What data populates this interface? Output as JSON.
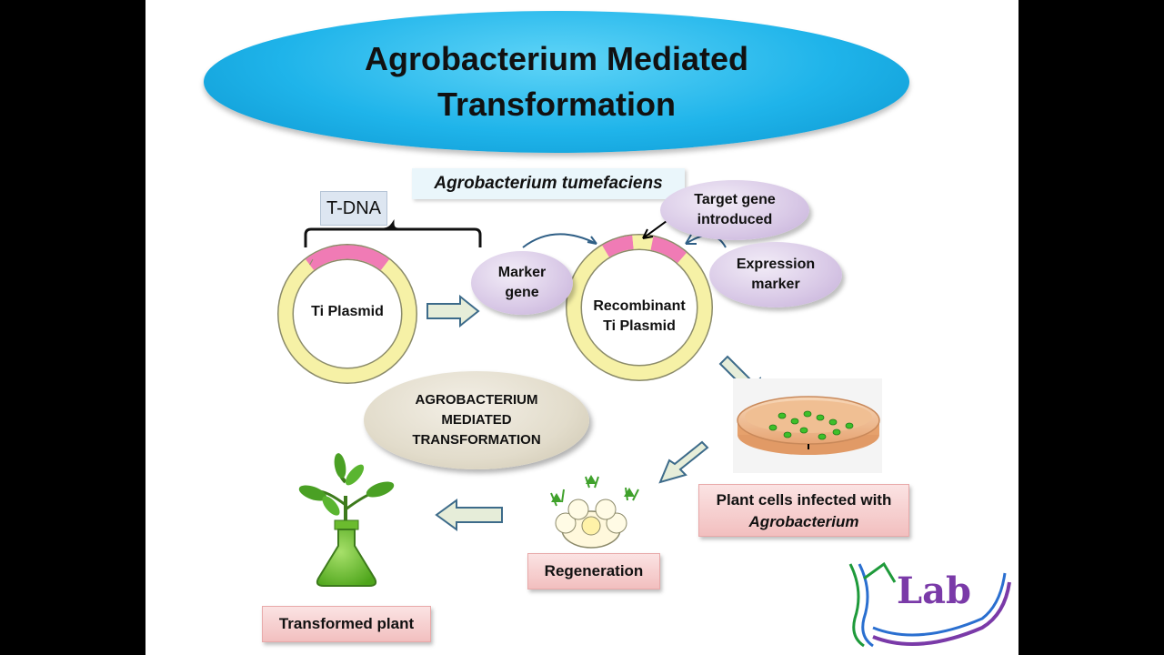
{
  "title": "Agrobacterium Mediated\nTransformation",
  "species_label": "Agrobacterium tumefaciens",
  "tdna_label": "T-DNA",
  "ti_plasmid_label": "Ti Plasmid",
  "marker_gene_label": "Marker\ngene",
  "recombinant_label": "Recombinant\nTi Plasmid",
  "target_gene_label": "Target gene\nintroduced",
  "expression_marker_label": "Expression\nmarker",
  "center_label": "AGROBACTERIUM\nMEDIATED\nTRANSFORMATION",
  "infected_label_line1": "Plant cells infected with",
  "infected_label_line2": "Agrobacterium",
  "regeneration_label": "Regeneration",
  "transformed_label": "Transformed  plant",
  "logo_text": "Lab",
  "colors": {
    "title_fill": "#1fb4ea",
    "plasmid_ring": "#f6f1a6",
    "insert": "#f07bb5",
    "oval": "#d8c8e6",
    "pink_box": "#f2bfbf",
    "arrow_fill": "#e6edd9",
    "arrow_stroke": "#3d6b8a"
  }
}
